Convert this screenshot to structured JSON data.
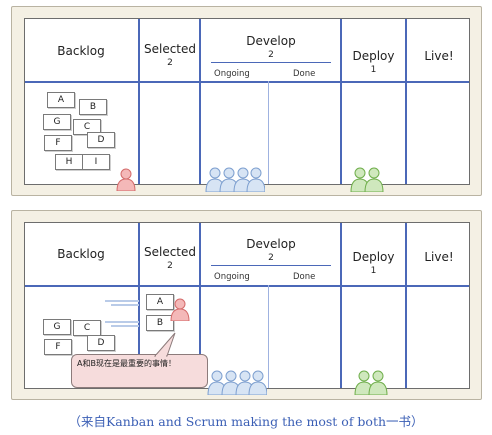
{
  "columns": {
    "backlog": "Backlog",
    "selected": "Selected",
    "selected_limit": "2",
    "develop": "Develop",
    "develop_limit": "2",
    "ongoing": "Ongoing",
    "done": "Done",
    "deploy": "Deploy",
    "deploy_limit": "1",
    "live": "Live!"
  },
  "top_cards": [
    "A",
    "B",
    "G",
    "C",
    "F",
    "D",
    "H",
    "I"
  ],
  "bottom": {
    "selected_cards": [
      "A",
      "B"
    ],
    "backlog_cards": [
      "G",
      "C",
      "F",
      "D"
    ],
    "bubble_text": "A和B现在是最重要的事情！"
  },
  "colors": {
    "person_red": "#e98080",
    "person_blue": "#8fb0dc",
    "person_green": "#88c468",
    "board_line": "#4b68b8",
    "caption": "#3b5fb5"
  },
  "caption": "（来自Kanban and Scrum making the most of both一书）"
}
